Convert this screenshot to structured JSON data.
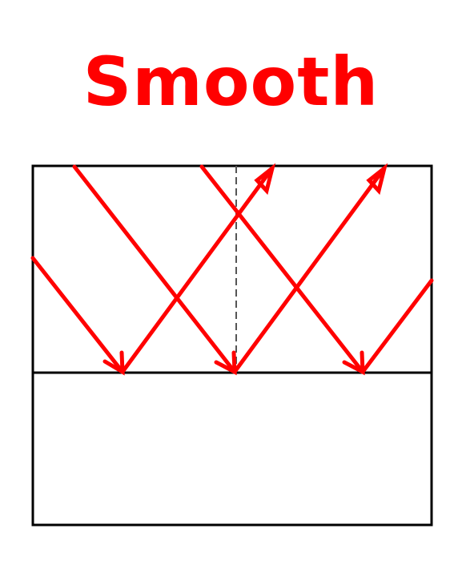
{
  "title": "Smooth",
  "colors": {
    "title": "#ff0000",
    "ray": "#ff0000",
    "outline": "#000000",
    "normal": "#555555",
    "background": "#ffffff"
  },
  "figure": {
    "incident_rays": 3,
    "reflected_rays": 3,
    "surface": "smooth",
    "normal_line": "dashed"
  }
}
